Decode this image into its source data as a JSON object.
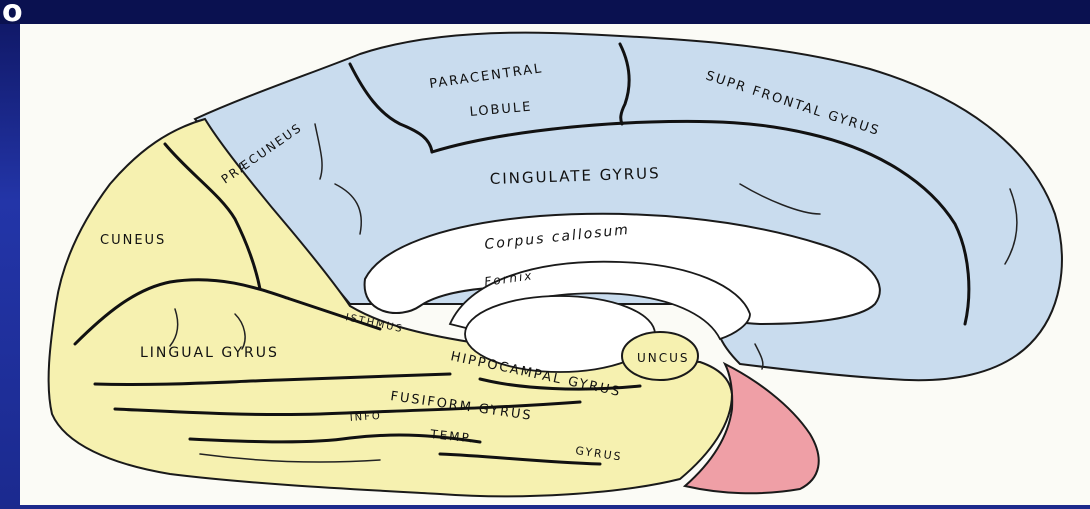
{
  "slide": {
    "title_fragment": "o"
  },
  "diagram": {
    "labels": {
      "paracentral_line1": "PARACENTRAL",
      "paracentral_line2": "LOBULE",
      "supr_frontal": "SUPR FRONTAL GYRUS",
      "precuneus": "PRÆCUNEUS",
      "cingulate": "CINGULATE GYRUS",
      "cuneus": "CUNEUS",
      "corpus_callosum": "Corpus callosum",
      "fornix": "Fornix",
      "isthmus": "ISTHMUS",
      "lingual": "LINGUAL GYRUS",
      "uncus": "UNCUS",
      "hippocampal": "HIPPOCAMPAL GYRUS",
      "fusiform": "FUSIFORM GYRUS",
      "info": "INFO",
      "temp": "TEMP.",
      "gyrus_inferior": "GYRUS"
    },
    "colors": {
      "frontal_parietal_blue": "#c9dcee",
      "occipital_temporal_yellow": "#f6f1b0",
      "temporal_pole_pink": "#ef9fa6",
      "outline": "#1a1a1a",
      "background": "#fbfbf6"
    }
  }
}
